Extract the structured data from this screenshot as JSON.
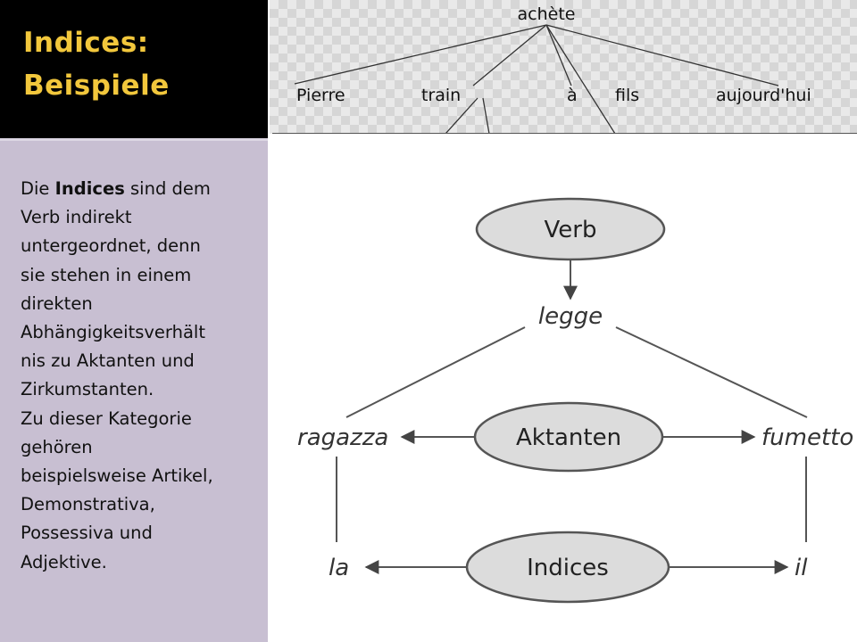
{
  "slide": {
    "title_line_1": "Indices:",
    "title_line_2": "Beispiele",
    "body": {
      "line_1_prefix": "Die ",
      "line_1_bold": "Indices",
      "line_1_suffix": " sind dem",
      "lines": [
        "Verb indirekt",
        "untergeordnet, denn",
        "sie stehen in einem",
        "direkten",
        "Abhängigkeitsverhält",
        "nis zu Aktanten und",
        "Zirkumstanten.",
        "Zu dieser Kategorie",
        "gehören",
        "beispielsweise Artikel,",
        "Demonstrativa,",
        "Possessiva und",
        "Adjektive."
      ]
    }
  },
  "tree": {
    "root": "achète",
    "children": [
      "Pierre",
      "train",
      "à",
      "fils",
      "aujourd'hui"
    ]
  },
  "diagram": {
    "verb_label": "Verb",
    "verb_word": "legge",
    "aktanten_label": "Aktanten",
    "left_aktant": "ragazza",
    "right_aktant": "fumetto",
    "indices_label": "Indices",
    "left_index": "la",
    "right_index": "il"
  },
  "colors": {
    "title": "#f2c73c",
    "title_bg": "#000000",
    "panel_bg": "#c8bfd2",
    "ellipse_fill": "#dcdcdc",
    "ellipse_stroke": "#555555"
  }
}
